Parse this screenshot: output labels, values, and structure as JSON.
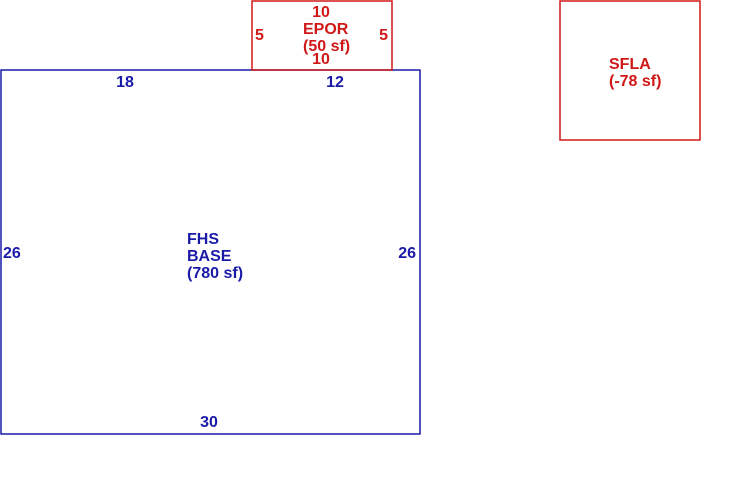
{
  "colors": {
    "base": "#1a1aa8",
    "addition": "#d01818",
    "background": "#ffffff"
  },
  "areas": {
    "base": {
      "code": "FHS",
      "name": "BASE",
      "area": "(780 sf)",
      "dims": {
        "top_left": "18",
        "top_right": "12",
        "left": "26",
        "right": "26",
        "bottom": "30"
      }
    },
    "epor": {
      "name": "EPOR",
      "area": "(50 sf)",
      "dims": {
        "top": "10",
        "bottom": "10",
        "left": "5",
        "right": "5"
      }
    },
    "sfla": {
      "name": "SFLA",
      "area": "(-78 sf)"
    }
  }
}
